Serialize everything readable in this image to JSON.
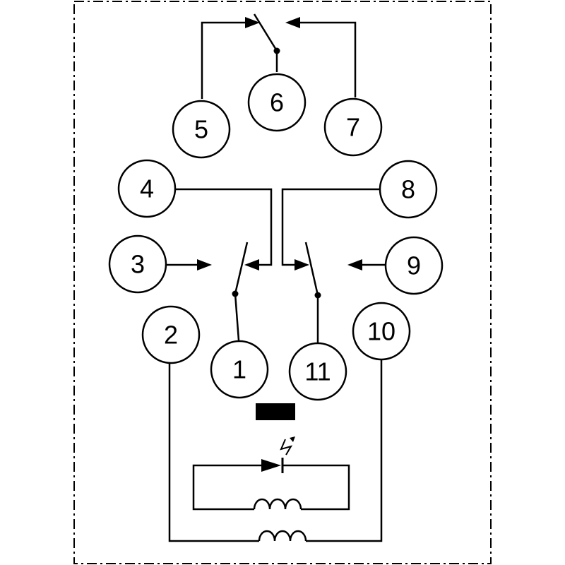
{
  "diagram": {
    "pins": [
      {
        "id": "1",
        "label": "1"
      },
      {
        "id": "2",
        "label": "2"
      },
      {
        "id": "3",
        "label": "3"
      },
      {
        "id": "4",
        "label": "4"
      },
      {
        "id": "5",
        "label": "5"
      },
      {
        "id": "6",
        "label": "6"
      },
      {
        "id": "7",
        "label": "7"
      },
      {
        "id": "8",
        "label": "8"
      },
      {
        "id": "9",
        "label": "9"
      },
      {
        "id": "10",
        "label": "10"
      },
      {
        "id": "11",
        "label": "11"
      }
    ],
    "colors": {
      "line": "#000000",
      "background": "#ffffff"
    },
    "icons": [
      "led-icon",
      "coil-icon",
      "key-tab-icon",
      "switch-contact-icon"
    ]
  }
}
